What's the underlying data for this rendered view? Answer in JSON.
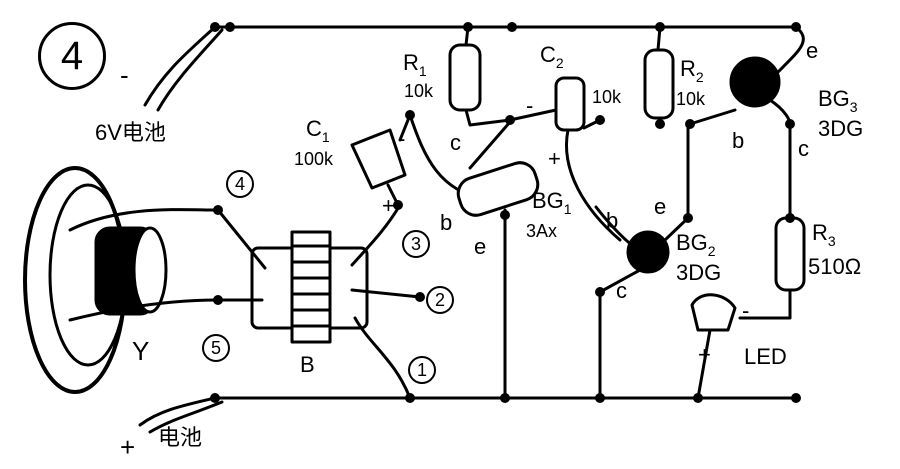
{
  "figure_number": "4",
  "battery": {
    "top_polarity": "-",
    "top_label": "6V电池",
    "bottom_polarity": "+",
    "bottom_label": "电池"
  },
  "speaker": {
    "label": "Y"
  },
  "transformer": {
    "label": "B"
  },
  "terminals": [
    "1",
    "2",
    "3",
    "4",
    "5"
  ],
  "components": {
    "R1": {
      "name": "R",
      "sub": "1",
      "value": "10k"
    },
    "C1": {
      "name": "C",
      "sub": "1",
      "value": "100k"
    },
    "C2": {
      "name": "C",
      "sub": "2",
      "value": "10k"
    },
    "R2": {
      "name": "R",
      "sub": "2",
      "value": "10k"
    },
    "R3": {
      "name": "R",
      "sub": "3",
      "value": "510Ω"
    },
    "BG1": {
      "name": "BG",
      "sub": "1",
      "type": "3Ax"
    },
    "BG2": {
      "name": "BG",
      "sub": "2",
      "type": "3DG"
    },
    "BG3": {
      "name": "BG",
      "sub": "3",
      "type": "3DG"
    },
    "LED": {
      "name": "LED"
    }
  },
  "pins": {
    "bg1_b": "b",
    "bg1_c": "c",
    "bg1_e": "e",
    "bg2_b": "b",
    "bg2_c": "c",
    "bg2_e": "e",
    "bg3_b": "b",
    "bg3_c": "c",
    "bg3_e": "e"
  },
  "polarity": {
    "c1_minus": "-",
    "c1_plus": "+",
    "c2_minus": "-",
    "c2_plus": "+",
    "led_minus": "-",
    "led_plus": "+"
  }
}
